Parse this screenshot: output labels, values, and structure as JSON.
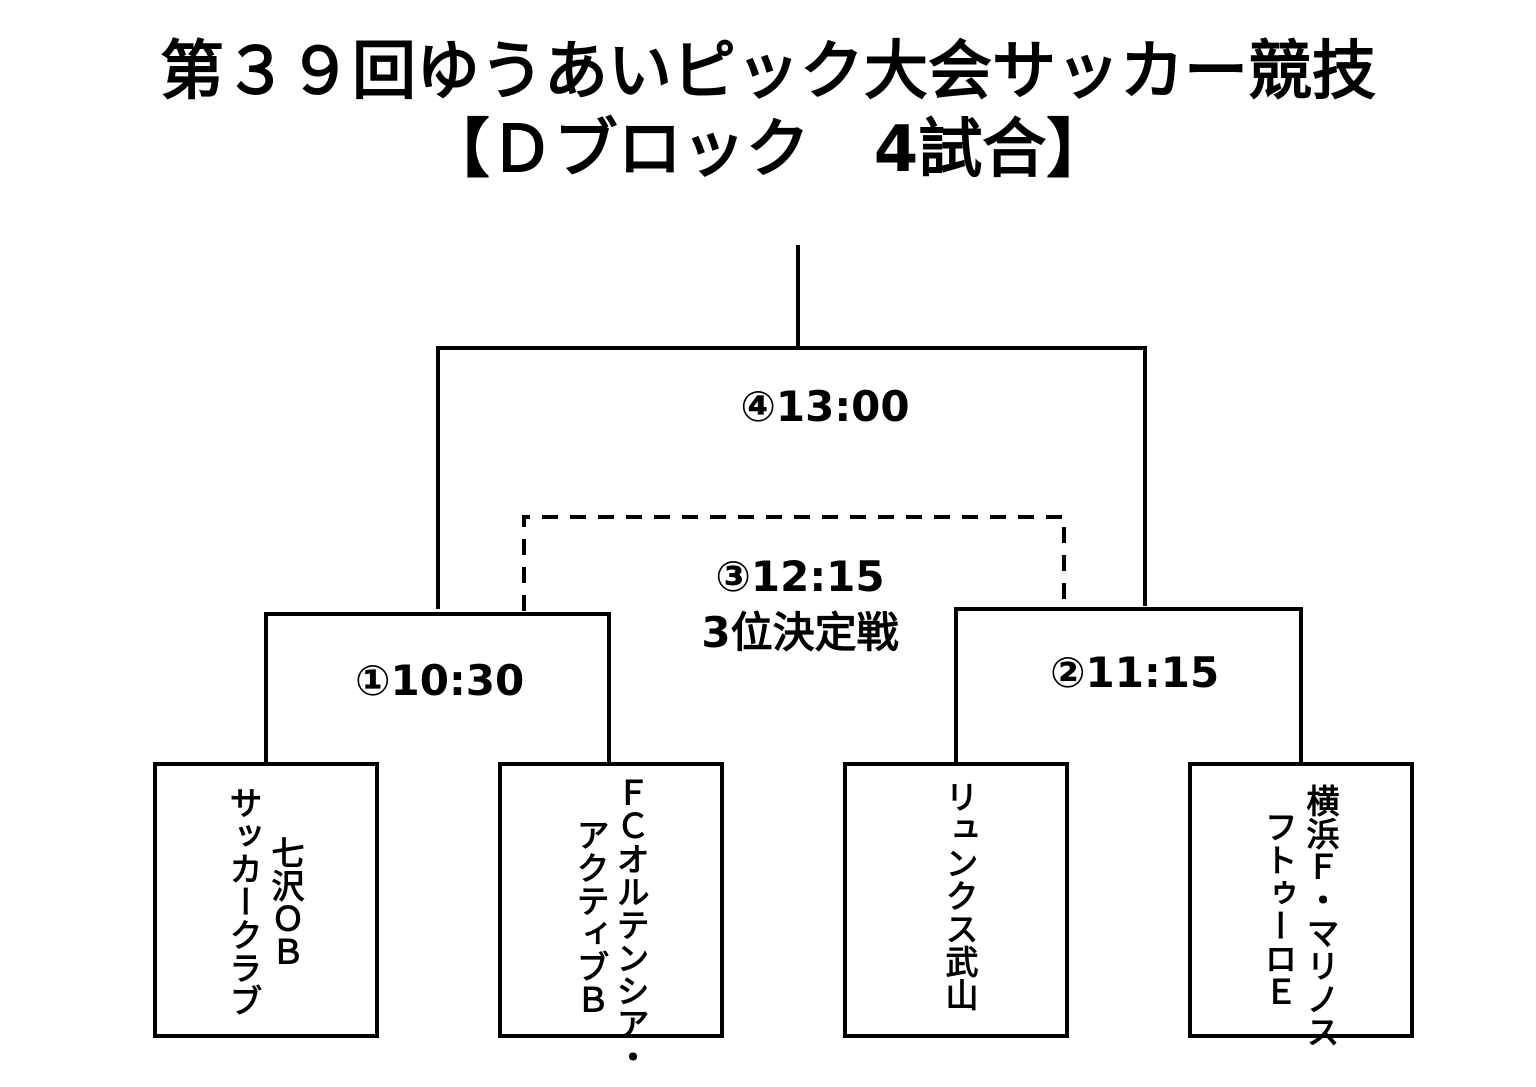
{
  "title": {
    "line1": "第３９回ゆうあいピック大会サッカー競技",
    "line2": "【Ｄブロック　4試合】"
  },
  "matches": {
    "m1": {
      "label": "①10:30"
    },
    "m2": {
      "label": "②11:15"
    },
    "m3": {
      "label": "③12:15",
      "sub": "3位決定戦"
    },
    "m4": {
      "label": "④13:00"
    }
  },
  "teams": [
    {
      "lines": [
        "七沢ＯＢ",
        "サッカークラブ"
      ]
    },
    {
      "lines": [
        "ＦＣオルテンシア・",
        "アクティブＢ"
      ]
    },
    {
      "lines": [
        "リュンクス武山"
      ]
    },
    {
      "lines": [
        "横浜Ｆ・マリノス",
        "フトゥーロＥ"
      ]
    }
  ],
  "colors": {
    "line": "#000000",
    "background": "#ffffff"
  }
}
